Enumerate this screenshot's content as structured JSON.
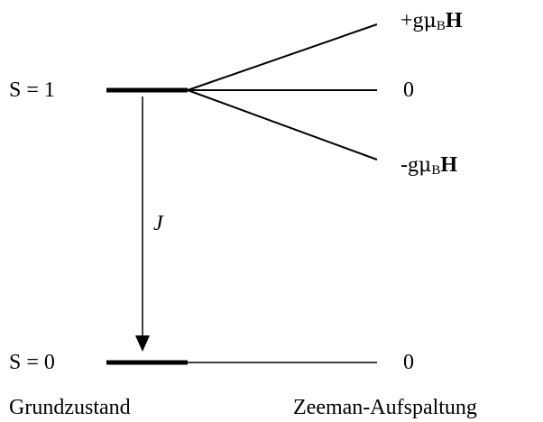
{
  "levels": {
    "triplet_label": "S = 1",
    "singlet_label": "S = 0"
  },
  "coupling": {
    "symbol": "J"
  },
  "zeeman": {
    "upper": {
      "sign": "+",
      "g": "g",
      "mu": "μ",
      "sub": "B",
      "field": "H"
    },
    "middle": "0",
    "lower": {
      "sign": "-",
      "g": "g",
      "mu": "μ",
      "sub": "B",
      "field": "H"
    },
    "singlet": "0"
  },
  "footer": {
    "left": "Grundzustand",
    "right": "Zeeman-Aufspaltung"
  }
}
